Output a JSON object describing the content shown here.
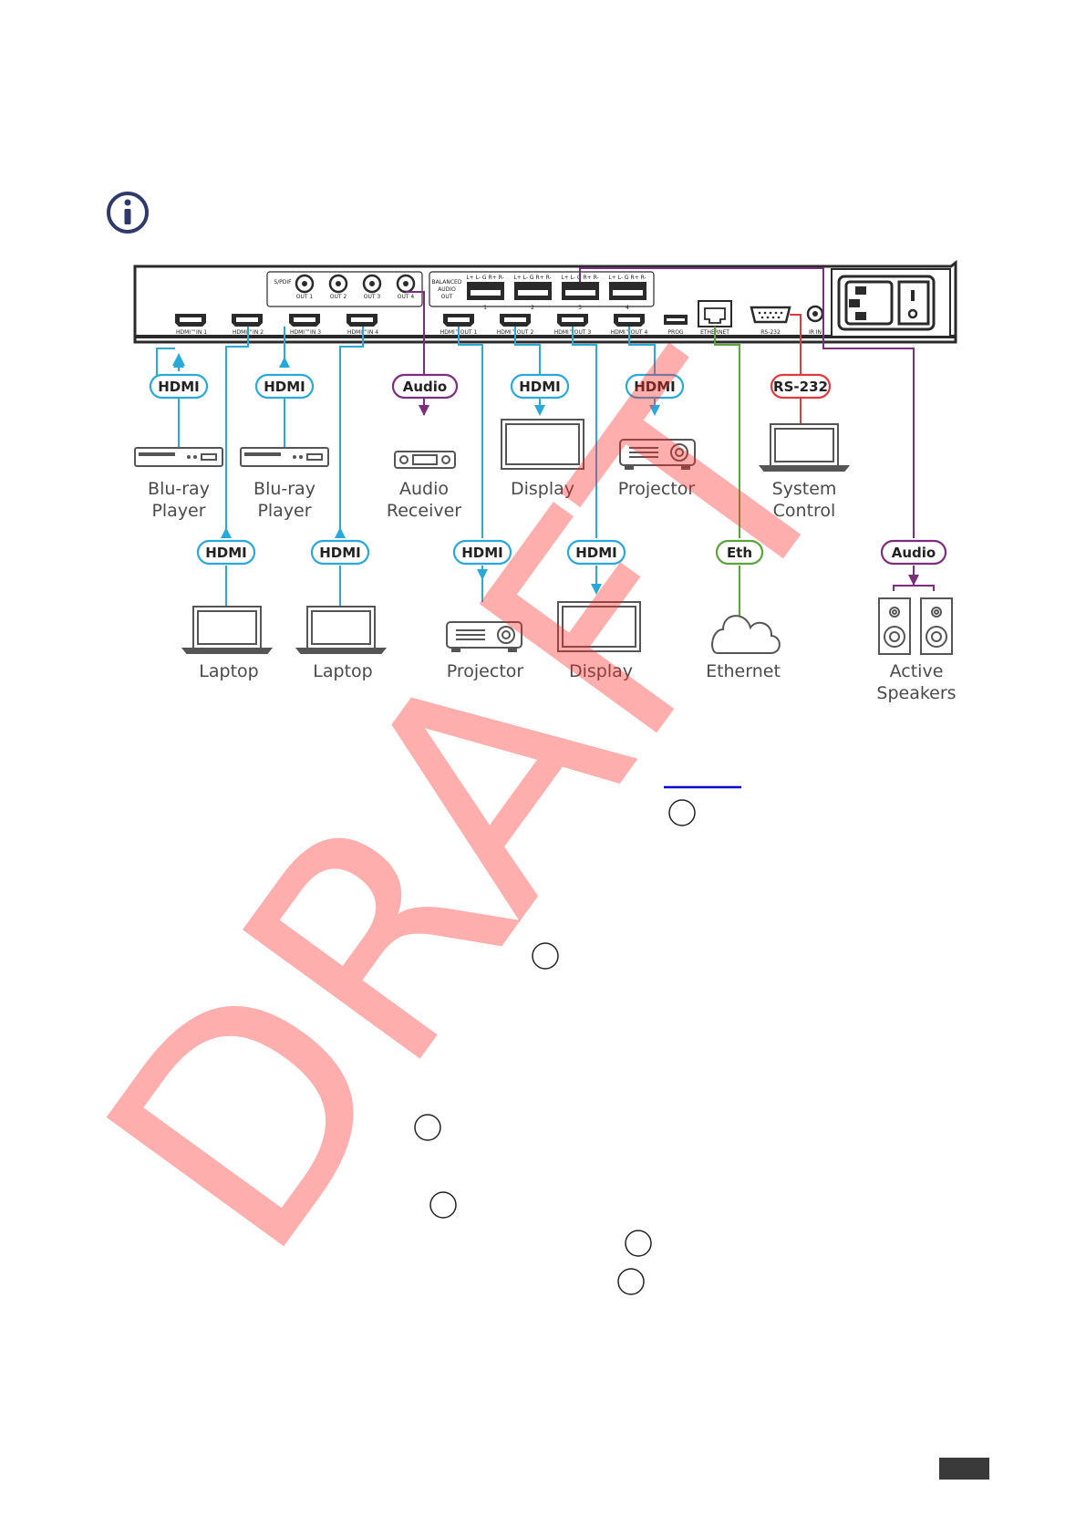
{
  "colors": {
    "hdmi": "#29a8dc",
    "audio": "#7b2d7e",
    "rs232": "#e03a3e",
    "ethernet": "#5aa53a",
    "panel": "#2a2a2a",
    "icon": "#555555",
    "info": "#2f3a6a",
    "link": "#0000cc",
    "draft": "#ff2a2a"
  },
  "info_icon": "info-circle-icon",
  "panel": {
    "spdif_label": "S/PDIF",
    "spdif_outs": [
      "OUT 1",
      "OUT 2",
      "OUT 3",
      "OUT 4"
    ],
    "balanced_label_1": "BALANCED",
    "balanced_label_2": "AUDIO",
    "balanced_label_3": "OUT",
    "balanced_pins": [
      "L+ L- G R+ R-",
      "L+ L- G R+ R-",
      "L+ L- G R+ R-",
      "L+ L- G R+ R-"
    ],
    "balanced_numbers": [
      "1",
      "2",
      "3",
      "4"
    ],
    "hdmi_ins": [
      "HDMI™IN 1",
      "HDMI™IN 2",
      "HDMI™IN 3",
      "HDMI™IN 4"
    ],
    "hdmi_outs": [
      "HDMI™OUT 1",
      "HDMI™OUT 2",
      "HDMI™OUT 3",
      "HDMI™OUT 4"
    ],
    "prog": "PROG",
    "ethernet": "ETHERNET",
    "rs232": "RS-232",
    "ir": "IR IN"
  },
  "tags": {
    "hdmi": "HDMI",
    "audio": "Audio",
    "rs232": "RS-232",
    "eth": "Eth"
  },
  "devices": {
    "bluray1": [
      "Blu-ray",
      "Player"
    ],
    "bluray2": [
      "Blu-ray",
      "Player"
    ],
    "audio_receiver": [
      "Audio",
      "Receiver"
    ],
    "display1": [
      "Display"
    ],
    "projector1": [
      "Projector"
    ],
    "system_control": [
      "System",
      "Control"
    ],
    "laptop1": [
      "Laptop"
    ],
    "laptop2": [
      "Laptop"
    ],
    "projector2": [
      "Projector"
    ],
    "display2": [
      "Display"
    ],
    "ethernet_cloud": [
      "Ethernet"
    ],
    "speakers": [
      "Active",
      "Speakers"
    ]
  },
  "watermark": "DRAFT"
}
